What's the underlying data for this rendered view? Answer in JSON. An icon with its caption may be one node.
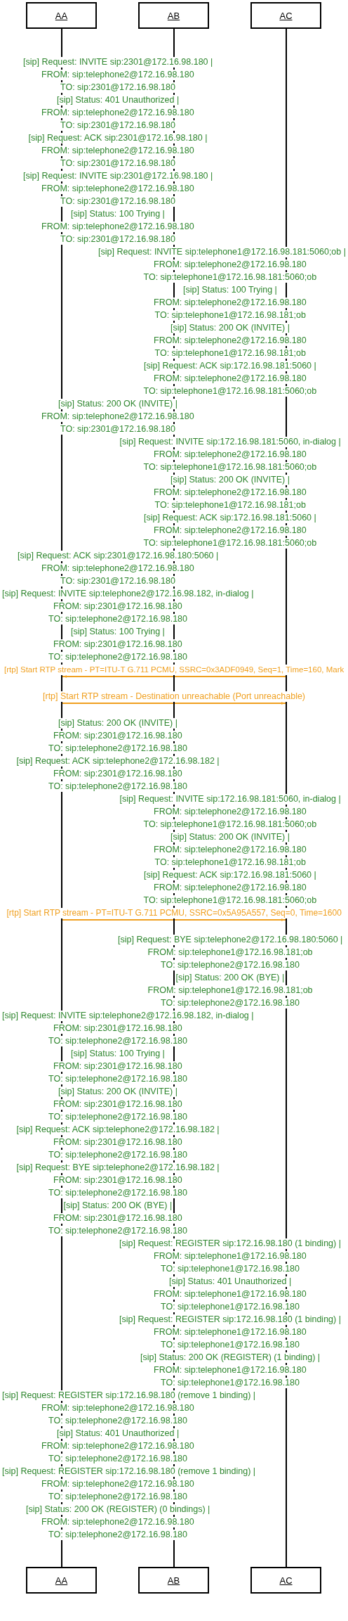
{
  "diagram": {
    "nodes": [
      {
        "text": [
          "AA"
        ]
      },
      {
        "text": [
          "AB"
        ]
      },
      {
        "text": [
          "AC"
        ]
      },
      {
        "text": [],
        "shape": "bar"
      },
      {
        "text": [],
        "shape": "bar"
      },
      {
        "text": [],
        "shape": "bar"
      },
      {
        "text": [
          "AA"
        ]
      },
      {
        "text": [
          "AB"
        ]
      },
      {
        "text": [
          "AC"
        ]
      }
    ],
    "edges": [
      {
        "from": 5,
        "to": 3,
        "arrow": "to",
        "label": "[rtp] Start RTP stream - PT=ITU-T G.711 PCMU, SSRC=0x3ADF0949, Seq=1, Time=160, Mark"
      },
      {
        "from": 3,
        "to": 5,
        "arrow": "to",
        "label": "[rtp] Start RTP stream - Destination unreachable (Port unreachable)"
      },
      {
        "from": 3,
        "to": 5,
        "arrow": "to",
        "label": "[rtp] Start RTP stream - PT=ITU-T G.711 PCMU, SSRC=0x5A95A557, Seq=0, Time=1600"
      }
    ],
    "labels": [
      "[sip] Request: INVITE sip:2301@172.16.98.180 |",
      "FROM: sip:telephone2@172.16.98.180",
      "TO: sip:2301@172.16.98.180",
      "[sip] Status: 401 Unauthorized |",
      "FROM: sip:telephone2@172.16.98.180",
      "TO: sip:2301@172.16.98.180",
      "[sip] Request: ACK sip:2301@172.16.98.180 |",
      "FROM: sip:telephone2@172.16.98.180",
      "TO: sip:2301@172.16.98.180",
      "[sip] Request: INVITE sip:2301@172.16.98.180 |",
      "FROM: sip:telephone2@172.16.98.180",
      "TO: sip:2301@172.16.98.180",
      "[sip] Status: 100 Trying |",
      "FROM: sip:telephone2@172.16.98.180",
      "TO: sip:2301@172.16.98.180",
      "[sip] Request: INVITE sip:telephone1@172.16.98.181:5060;ob |",
      "FROM: sip:telephone2@172.16.98.180",
      "TO: sip:telephone1@172.16.98.181:5060;ob",
      "[sip] Status: 100 Trying |",
      "FROM: sip:telephone2@172.16.98.180",
      "TO: sip:telephone1@172.16.98.181;ob",
      "[sip] Status: 200 OK (INVITE) |",
      "FROM: sip:telephone2@172.16.98.180",
      "TO: sip:telephone1@172.16.98.181;ob",
      "[sip] Request: ACK sip:172.16.98.181:5060 |",
      "FROM: sip:telephone2@172.16.98.180",
      "TO: sip:telephone1@172.16.98.181:5060;ob",
      "[sip] Status: 200 OK (INVITE) |",
      "FROM: sip:telephone2@172.16.98.180",
      "TO: sip:2301@172.16.98.180",
      "[sip] Request: INVITE sip:172.16.98.181:5060, in-dialog |",
      "FROM: sip:telephone2@172.16.98.180",
      "TO: sip:telephone1@172.16.98.181:5060;ob",
      "[sip] Status: 200 OK (INVITE) |",
      "FROM: sip:telephone2@172.16.98.180",
      "TO: sip:telephone1@172.16.98.181;ob",
      "[sip] Request: ACK sip:172.16.98.181:5060 |",
      "FROM: sip:telephone2@172.16.98.180",
      "TO: sip:telephone1@172.16.98.181:5060;ob",
      "[sip] Request: ACK sip:2301@172.16.98.180:5060 |",
      "FROM: sip:telephone2@172.16.98.180",
      "TO: sip:2301@172.16.98.180",
      "[sip] Request: INVITE sip:telephone2@172.16.98.182, in-dialog |",
      "FROM: sip:2301@172.16.98.180",
      "TO: sip:telephone2@172.16.98.180",
      "[sip] Status: 100 Trying |",
      "FROM: sip:2301@172.16.98.180",
      "TO: sip:telephone2@172.16.98.180",
      "[sip] Status: 200 OK (INVITE) |",
      "FROM: sip:2301@172.16.98.180",
      "TO: sip:telephone2@172.16.98.180",
      "[sip] Request: ACK sip:telephone2@172.16.98.182 |",
      "FROM: sip:2301@172.16.98.180",
      "TO: sip:telephone2@172.16.98.180",
      "[sip] Request: INVITE sip:172.16.98.181:5060, in-dialog |",
      "FROM: sip:telephone2@172.16.98.180",
      "TO: sip:telephone1@172.16.98.181:5060;ob",
      "[sip] Status: 200 OK (INVITE) |",
      "FROM: sip:telephone2@172.16.98.180",
      "TO: sip:telephone1@172.16.98.181;ob",
      "[sip] Request: ACK sip:172.16.98.181:5060 |",
      "FROM: sip:telephone2@172.16.98.180",
      "TO: sip:telephone1@172.16.98.181:5060;ob",
      "[sip] Request: BYE sip:telephone2@172.16.98.180:5060 |",
      "FROM: sip:telephone1@172.16.98.181;ob",
      "TO: sip:telephone2@172.16.98.180",
      "[sip] Status: 200 OK (BYE) |",
      "FROM: sip:telephone1@172.16.98.181;ob",
      "TO: sip:telephone2@172.16.98.180",
      "[sip] Request: INVITE sip:telephone2@172.16.98.182, in-dialog |",
      "FROM: sip:2301@172.16.98.180",
      "TO: sip:telephone2@172.16.98.180",
      "[sip] Status: 100 Trying |",
      "FROM: sip:2301@172.16.98.180",
      "TO: sip:telephone2@172.16.98.180",
      "[sip] Status: 200 OK (INVITE) |",
      "FROM: sip:2301@172.16.98.180",
      "TO: sip:telephone2@172.16.98.180",
      "[sip] Request: ACK sip:telephone2@172.16.98.182 |",
      "FROM: sip:2301@172.16.98.180",
      "TO: sip:telephone2@172.16.98.180",
      "[sip] Request: BYE sip:telephone2@172.16.98.182 |",
      "FROM: sip:2301@172.16.98.180",
      "TO: sip:telephone2@172.16.98.180",
      "[sip] Status: 200 OK (BYE) |",
      "FROM: sip:2301@172.16.98.180",
      "TO: sip:telephone2@172.16.98.180",
      "[sip] Request: REGISTER sip:172.16.98.180 (1 binding) |",
      "FROM: sip:telephone1@172.16.98.180",
      "TO: sip:telephone1@172.16.98.180",
      "[sip] Status: 401 Unauthorized |",
      "FROM: sip:telephone1@172.16.98.180",
      "TO: sip:telephone1@172.16.98.180",
      "[sip] Request: REGISTER sip:172.16.98.180 (1 binding) |",
      "FROM: sip:telephone1@172.16.98.180",
      "TO: sip:telephone1@172.16.98.180",
      "[sip] Status: 200 OK (REGISTER) (1 binding) |",
      "FROM: sip:telephone1@172.16.98.180",
      "TO: sip:telephone1@172.16.98.180",
      "[sip] Request: REGISTER sip:172.16.98.180 (remove 1 binding) |",
      "FROM: sip:telephone2@172.16.98.180",
      "TO: sip:telephone2@172.16.98.180",
      "[sip] Status: 401 Unauthorized |",
      "FROM: sip:telephone2@172.16.98.180",
      "TO: sip:telephone2@172.16.98.180",
      "[sip] Request: REGISTER sip:172.16.98.180 (remove 1 binding) |",
      "FROM: sip:telephone2@172.16.98.180",
      "TO: sip:telephone2@172.16.98.180",
      "[sip] Status: 200 OK (REGISTER) (0 bindings) |",
      "FROM: sip:telephone2@172.16.98.180",
      "TO: sip:telephone2@172.16.98.180"
    ]
  }
}
